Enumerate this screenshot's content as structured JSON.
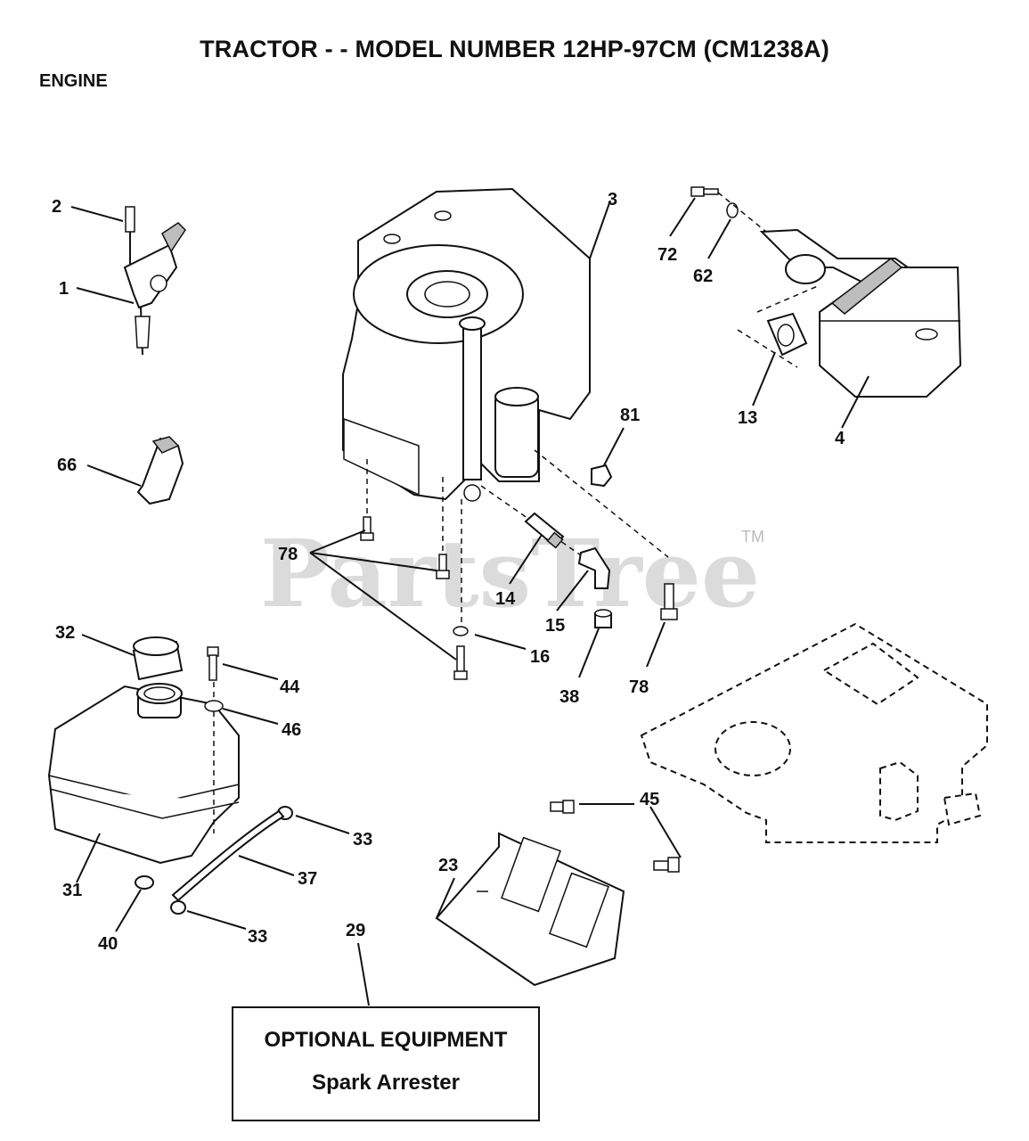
{
  "header": {
    "title": "TRACTOR - - MODEL NUMBER 12HP-97CM (CM1238A)",
    "subtitle": "ENGINE"
  },
  "callouts": [
    {
      "id": "c2",
      "label": "2"
    },
    {
      "id": "c1",
      "label": "1"
    },
    {
      "id": "c3",
      "label": "3"
    },
    {
      "id": "c72",
      "label": "72"
    },
    {
      "id": "c62",
      "label": "62"
    },
    {
      "id": "c13",
      "label": "13"
    },
    {
      "id": "c4",
      "label": "4"
    },
    {
      "id": "c81",
      "label": "81"
    },
    {
      "id": "c66",
      "label": "66"
    },
    {
      "id": "c78a",
      "label": "78"
    },
    {
      "id": "c14",
      "label": "14"
    },
    {
      "id": "c15",
      "label": "15"
    },
    {
      "id": "c16",
      "label": "16"
    },
    {
      "id": "c38",
      "label": "38"
    },
    {
      "id": "c78b",
      "label": "78"
    },
    {
      "id": "c32",
      "label": "32"
    },
    {
      "id": "c44",
      "label": "44"
    },
    {
      "id": "c46",
      "label": "46"
    },
    {
      "id": "c33a",
      "label": "33"
    },
    {
      "id": "c37",
      "label": "37"
    },
    {
      "id": "c31",
      "label": "31"
    },
    {
      "id": "c40",
      "label": "40"
    },
    {
      "id": "c33b",
      "label": "33"
    },
    {
      "id": "c45",
      "label": "45"
    },
    {
      "id": "c23",
      "label": "23"
    },
    {
      "id": "c29",
      "label": "29"
    }
  ],
  "optional_equipment": {
    "heading": "OPTIONAL EQUIPMENT",
    "item": "Spark Arrester"
  },
  "watermark": {
    "text": "PartsTree",
    "mark": "TM"
  }
}
